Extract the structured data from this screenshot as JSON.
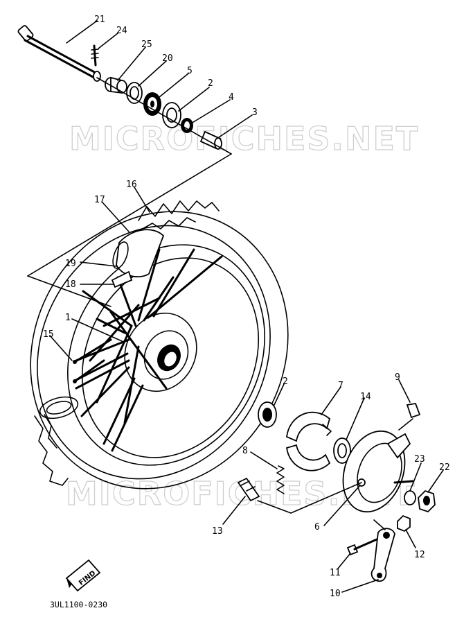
{
  "watermark": "MICROFICHES.NET",
  "drawing_number": "3UL1100-0230",
  "find_badge": "FIND",
  "callouts": {
    "c21": "21",
    "c24": "24",
    "c25": "25",
    "c20": "20",
    "c5": "5",
    "c2a": "2",
    "c4": "4",
    "c3": "3",
    "c16": "16",
    "c17": "17",
    "c19": "19",
    "c18": "18",
    "c1": "1",
    "c15": "15",
    "c2b": "2",
    "c7": "7",
    "c14": "14",
    "c9": "9",
    "c8": "8",
    "c23": "23",
    "c22": "22",
    "c13": "13",
    "c6": "6",
    "c12": "12",
    "c11": "11",
    "c10": "10"
  }
}
